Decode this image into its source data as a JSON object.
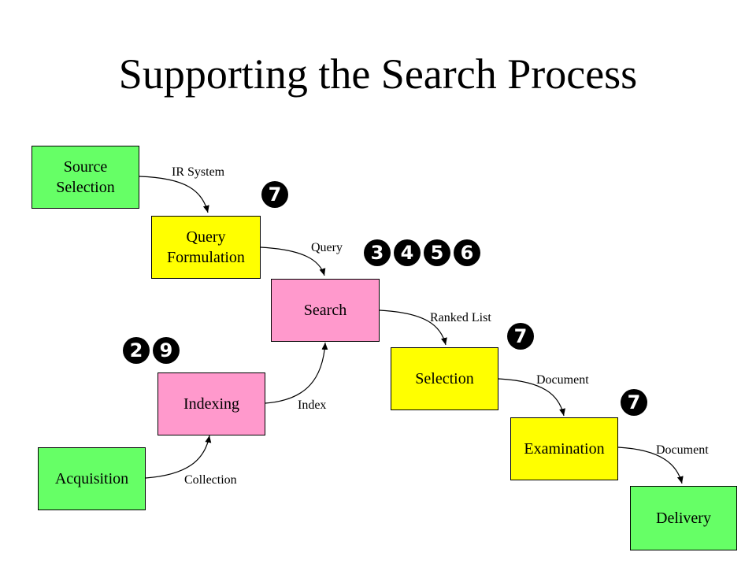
{
  "title": "Supporting the Search Process",
  "colors": {
    "green": "#66FF66",
    "yellow": "#FFFF00",
    "pink": "#FF99CC",
    "line": "#000000",
    "badge": "#000000"
  },
  "boxes": [
    {
      "id": "source-selection",
      "label": "Source\nSelection",
      "color": "green"
    },
    {
      "id": "query-formulation",
      "label": "Query\nFormulation",
      "color": "yellow"
    },
    {
      "id": "search",
      "label": "Search",
      "color": "pink"
    },
    {
      "id": "selection",
      "label": "Selection",
      "color": "yellow"
    },
    {
      "id": "examination",
      "label": "Examination",
      "color": "yellow"
    },
    {
      "id": "delivery",
      "label": "Delivery",
      "color": "green"
    },
    {
      "id": "indexing",
      "label": "Indexing",
      "color": "pink"
    },
    {
      "id": "acquisition",
      "label": "Acquisition",
      "color": "green"
    }
  ],
  "edges": [
    {
      "from": "source-selection",
      "to": "query-formulation",
      "label": "IR System"
    },
    {
      "from": "query-formulation",
      "to": "search",
      "label": "Query"
    },
    {
      "from": "search",
      "to": "selection",
      "label": "Ranked List"
    },
    {
      "from": "selection",
      "to": "examination",
      "label": "Document"
    },
    {
      "from": "examination",
      "to": "delivery",
      "label": "Document"
    },
    {
      "from": "acquisition",
      "to": "indexing",
      "label": "Collection"
    },
    {
      "from": "indexing",
      "to": "search",
      "label": "Index"
    }
  ],
  "badge_groups": [
    {
      "near": "query-formulation",
      "numbers": [
        "7"
      ]
    },
    {
      "near": "search",
      "numbers": [
        "3",
        "4",
        "5",
        "6"
      ]
    },
    {
      "near": "selection",
      "numbers": [
        "7"
      ]
    },
    {
      "near": "examination",
      "numbers": [
        "7"
      ]
    },
    {
      "near": "indexing",
      "numbers": [
        "2",
        "9"
      ]
    }
  ]
}
